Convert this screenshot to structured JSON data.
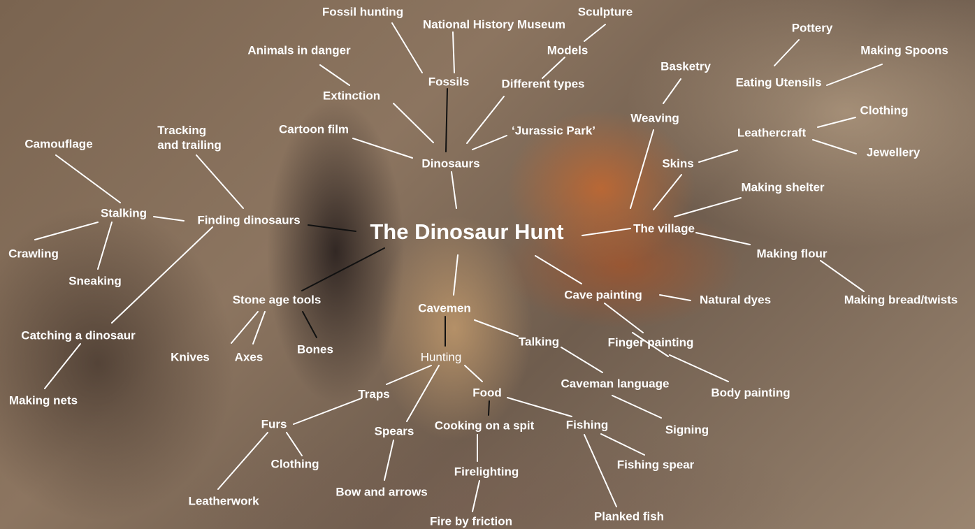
{
  "title": "The Dinosaur Hunt",
  "nodes": {
    "fossil_hunting": "Fossil hunting",
    "natural_history_museum": "National History Museum",
    "sculpture": "Sculpture",
    "pottery": "Pottery",
    "animals_in_danger": "Animals in danger",
    "models": "Models",
    "making_spoons": "Making Spoons",
    "basketry": "Basketry",
    "fossils": "Fossils",
    "different_types": "Different types",
    "eating_utensils": "Eating Utensils",
    "extinction": "Extinction",
    "clothing_top": "Clothing",
    "weaving": "Weaving",
    "tracking": "Tracking\nand trailing",
    "cartoon_film": "Cartoon film",
    "jurassic_park": "‘Jurassic Park’",
    "leathercraft": "Leathercraft",
    "camouflage": "Camouflage",
    "jewellery": "Jewellery",
    "dinosaurs": "Dinosaurs",
    "skins": "Skins",
    "making_shelter": "Making shelter",
    "stalking": "Stalking",
    "finding_dinosaurs": "Finding dinosaurs",
    "the_village": "The village",
    "crawling": "Crawling",
    "making_flour": "Making  flour",
    "sneaking": "Sneaking",
    "stone_age_tools": "Stone age tools",
    "cave_painting": "Cave painting",
    "natural_dyes": "Natural dyes",
    "making_bread": "Making bread/twists",
    "cavemen": "Cavemen",
    "catching_dinosaur": "Catching a dinosaur",
    "talking": "Talking",
    "finger_painting": "Finger painting",
    "bones": "Bones",
    "knives": "Knives",
    "axes": "Axes",
    "hunting": "Hunting",
    "caveman_language": "Caveman language",
    "body_painting": "Body painting",
    "food": "Food",
    "traps": "Traps",
    "making_nets": "Making nets",
    "furs": "Furs",
    "fishing": "Fishing",
    "cooking_spit": "Cooking on a spit",
    "signing": "Signing",
    "spears": "Spears",
    "clothing_bottom": "Clothing",
    "fishing_spear": "Fishing spear",
    "firelighting": "Firelighting",
    "bow_arrows": "Bow and arrows",
    "leatherwork": "Leatherwork",
    "planked_fish": "Planked fish",
    "fire_friction": "Fire by friction"
  },
  "colors": {
    "text": "#ffffff",
    "connector": "#ffffff",
    "connector_dark": "#111111"
  }
}
